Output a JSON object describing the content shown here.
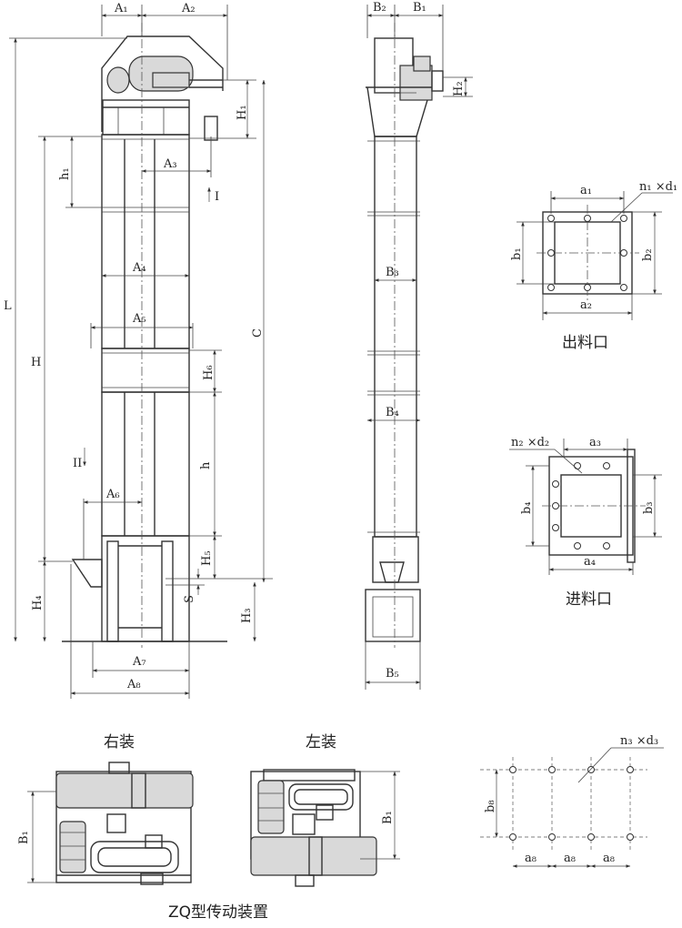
{
  "front_view": {
    "dims": {
      "A1": "A₁",
      "A2": "A₂",
      "A3": "A₃",
      "A4": "A₄",
      "A5": "A₅",
      "A6": "A₆",
      "A7": "A₇",
      "A8": "A₈",
      "H1": "H₁",
      "H3": "H₃",
      "H4": "H₄",
      "H5": "H₅",
      "H6": "H₆",
      "L": "L",
      "H": "H",
      "C": "C",
      "h": "h",
      "h1": "h₁",
      "S": "S",
      "I": "I",
      "II": "II"
    }
  },
  "side_view": {
    "dims": {
      "B2": "B₂",
      "B1": "B₁",
      "H2": "H₂",
      "B3": "B₃",
      "B4": "B₄",
      "B5": "B₅"
    }
  },
  "outlet": {
    "caption": "出料口",
    "dims": {
      "a1": "a₁",
      "a2": "a₂",
      "b1": "b₁",
      "b2": "b₂",
      "n1d1": "n₁ ×d₁"
    }
  },
  "inlet": {
    "caption": "进料口",
    "dims": {
      "a3": "a₃",
      "a4": "a₄",
      "b3": "b₃",
      "b4": "b₄",
      "n2d2": "n₂ ×d₂"
    }
  },
  "drive": {
    "right_label": "右装",
    "left_label": "左装",
    "caption": "ZQ型传动装置",
    "dims": {
      "B1_right": "B₁",
      "B1_left": "B₁"
    }
  },
  "bolt_pattern": {
    "dims": {
      "n3d3": "n₃ ×d₃",
      "b8": "b₈",
      "a8": "a₈"
    }
  }
}
